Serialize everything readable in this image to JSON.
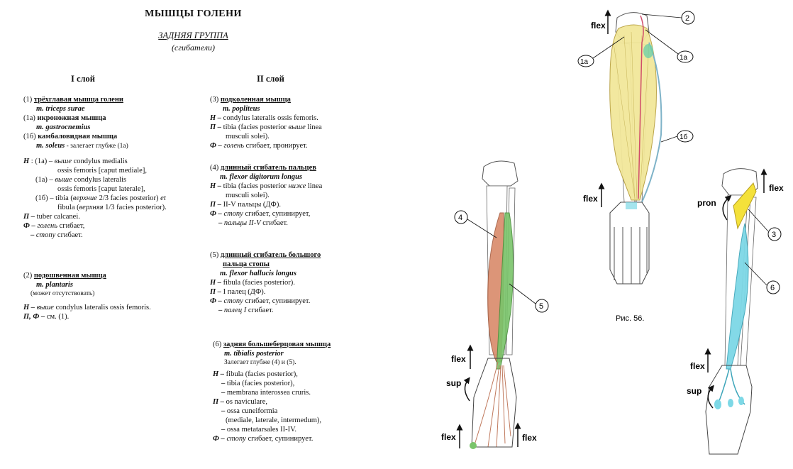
{
  "header": {
    "title": "МЫШЦЫ ГОЛЕНИ",
    "group": "ЗАДНЯЯ ГРУППА",
    "subgroup": "(сгибатели)"
  },
  "col1": {
    "heading": "I слой",
    "m1": {
      "l1_num": "(1)",
      "l1_name": "трёхглавая мышца голени",
      "l2_latin": "m. triceps surae",
      "l3_num": "(1а)",
      "l3_name": "икроножная мышца",
      "l4_latin": "m. gastrocnemius",
      "l5_num": "(1б)",
      "l5_name": "камбаловидная мышца",
      "l6_latin": "m. soleus",
      "l6_note": " - залегает глубже (1а)",
      "h1_a": "Н",
      "h1_b": " : (1а) –",
      "h1_c": " выше",
      "h1_d": " condylus medialis",
      "h2": "ossis femoris [caput mediale],",
      "h3_a": "(1а) –",
      "h3_b": " выше",
      "h3_c": " condylus lateralis",
      "h4": "ossis femoris [caput laterale],",
      "h5_a": "(1б) –",
      "h5_b": " tibia (",
      "h5_c": "верхние",
      "h5_d": " 2/3 facies posterior)",
      "h5_e": " et",
      "h6_a": "fibula (",
      "h6_b": "верхняя",
      "h6_c": " 1/3 facies posterior).",
      "p_a": "П –",
      "p_b": " tuber calcanei.",
      "f1_a": "Ф –",
      "f1_b": " голень",
      "f1_c": " сгибает,",
      "f2_a": "–",
      "f2_b": " стопу",
      "f2_c": " сгибает."
    },
    "m2": {
      "l1_num": "(2)",
      "l1_name": "подошвенная мышца",
      "l2_latin": "m. plantaris",
      "l3": "(может отсутствовать)",
      "h_a": "Н –",
      "h_b": " выше",
      "h_c": " condylus lateralis  ossis femoris.",
      "pf_a": "П, Ф –",
      "pf_b": " см. (1)."
    }
  },
  "col2": {
    "heading": "II слой",
    "m3": {
      "l1_num": "(3)",
      "l1_name": "подколенная мышца",
      "l2_latin": "m. popliteus",
      "h_a": "Н –",
      "h_b": " condylus lateralis ossis femoris.",
      "p1_a": "П –",
      "p1_b": " tibia (facies posterior ",
      "p1_c": "выше",
      "p1_d": " linea",
      "p2": "musculi solei).",
      "f_a": "Ф –",
      "f_b": " голень",
      "f_c": " сгибает, пронирует."
    },
    "m4": {
      "l1_num": "(4)",
      "l1_name": "длинный сгибатель пальцев",
      "l2_latin": "m. flexor digitorum longus",
      "h1_a": "Н –",
      "h1_b": " tibia (facies posterior ",
      "h1_c": "ниже",
      "h1_d": " linea",
      "h2": "musculi solei).",
      "p_a": "П –",
      "p_b": " II-V пальцы (ДФ).",
      "f1_a": "Ф –",
      "f1_b": " стопу",
      "f1_c": " сгибает, супинирует,",
      "f2_a": "–",
      "f2_b": " пальцы II-V",
      "f2_c": " сгибает."
    },
    "m5": {
      "l1_num": "(5)",
      "l1_name": "длинный сгибатель большого",
      "l1b_name": "пальца стопы",
      "l2_latin": "m. flexor hallucis longus",
      "h_a": "Н –",
      "h_b": " fibula (facies posterior).",
      "p_a": "П –",
      "p_b": " I палец (ДФ).",
      "f1_a": "Ф –",
      "f1_b": " стопу",
      "f1_c": " сгибает, супинирует.",
      "f2_a": "–",
      "f2_b": " палец I",
      "f2_c": "  сгибает."
    },
    "m6": {
      "l1_num": "(6)",
      "l1_name": "задняя большеберцовая мышца",
      "l2_latin": "m. tibialis posterior",
      "l3": "Залегает глубже (4) и (5).",
      "h1_a": "Н –",
      "h1_b": " fibula (facies posterior),",
      "h2_a": "–",
      "h2_b": "  tibia (facies posterior),",
      "h3_a": "–",
      "h3_b": " membrana interossea cruris.",
      "p1_a": "П –",
      "p1_b": " os naviculare,",
      "p2_a": "–",
      "p2_b": " ossa cuneiformia",
      "p3": "(mediale, laterale, intermedum),",
      "p4_a": "–",
      "p4_b": "  ossa metatarsales II-IV.",
      "f_a": "Ф –",
      "f_b": " стопу",
      "f_c": " сгибает, супинирует."
    }
  },
  "figures": {
    "caption": "Рис. 56.",
    "flex": "flex",
    "sup": "sup",
    "pron": "pron",
    "n1a": "1а",
    "n1b": "1б",
    "n2": "2",
    "n3": "3",
    "n4": "4",
    "n5": "5",
    "n6": "6",
    "colors": {
      "gastrocnemius": "#f2e79a",
      "soleus_outline": "#7fb3c8",
      "plantaris": "#d04c6a",
      "popliteus": "#f4e13a",
      "fdl": "#d98a6a",
      "fhl": "#79c46a",
      "tibialis_posterior": "#7dd8e6",
      "bone": "#ffffff",
      "line": "#333333"
    }
  }
}
